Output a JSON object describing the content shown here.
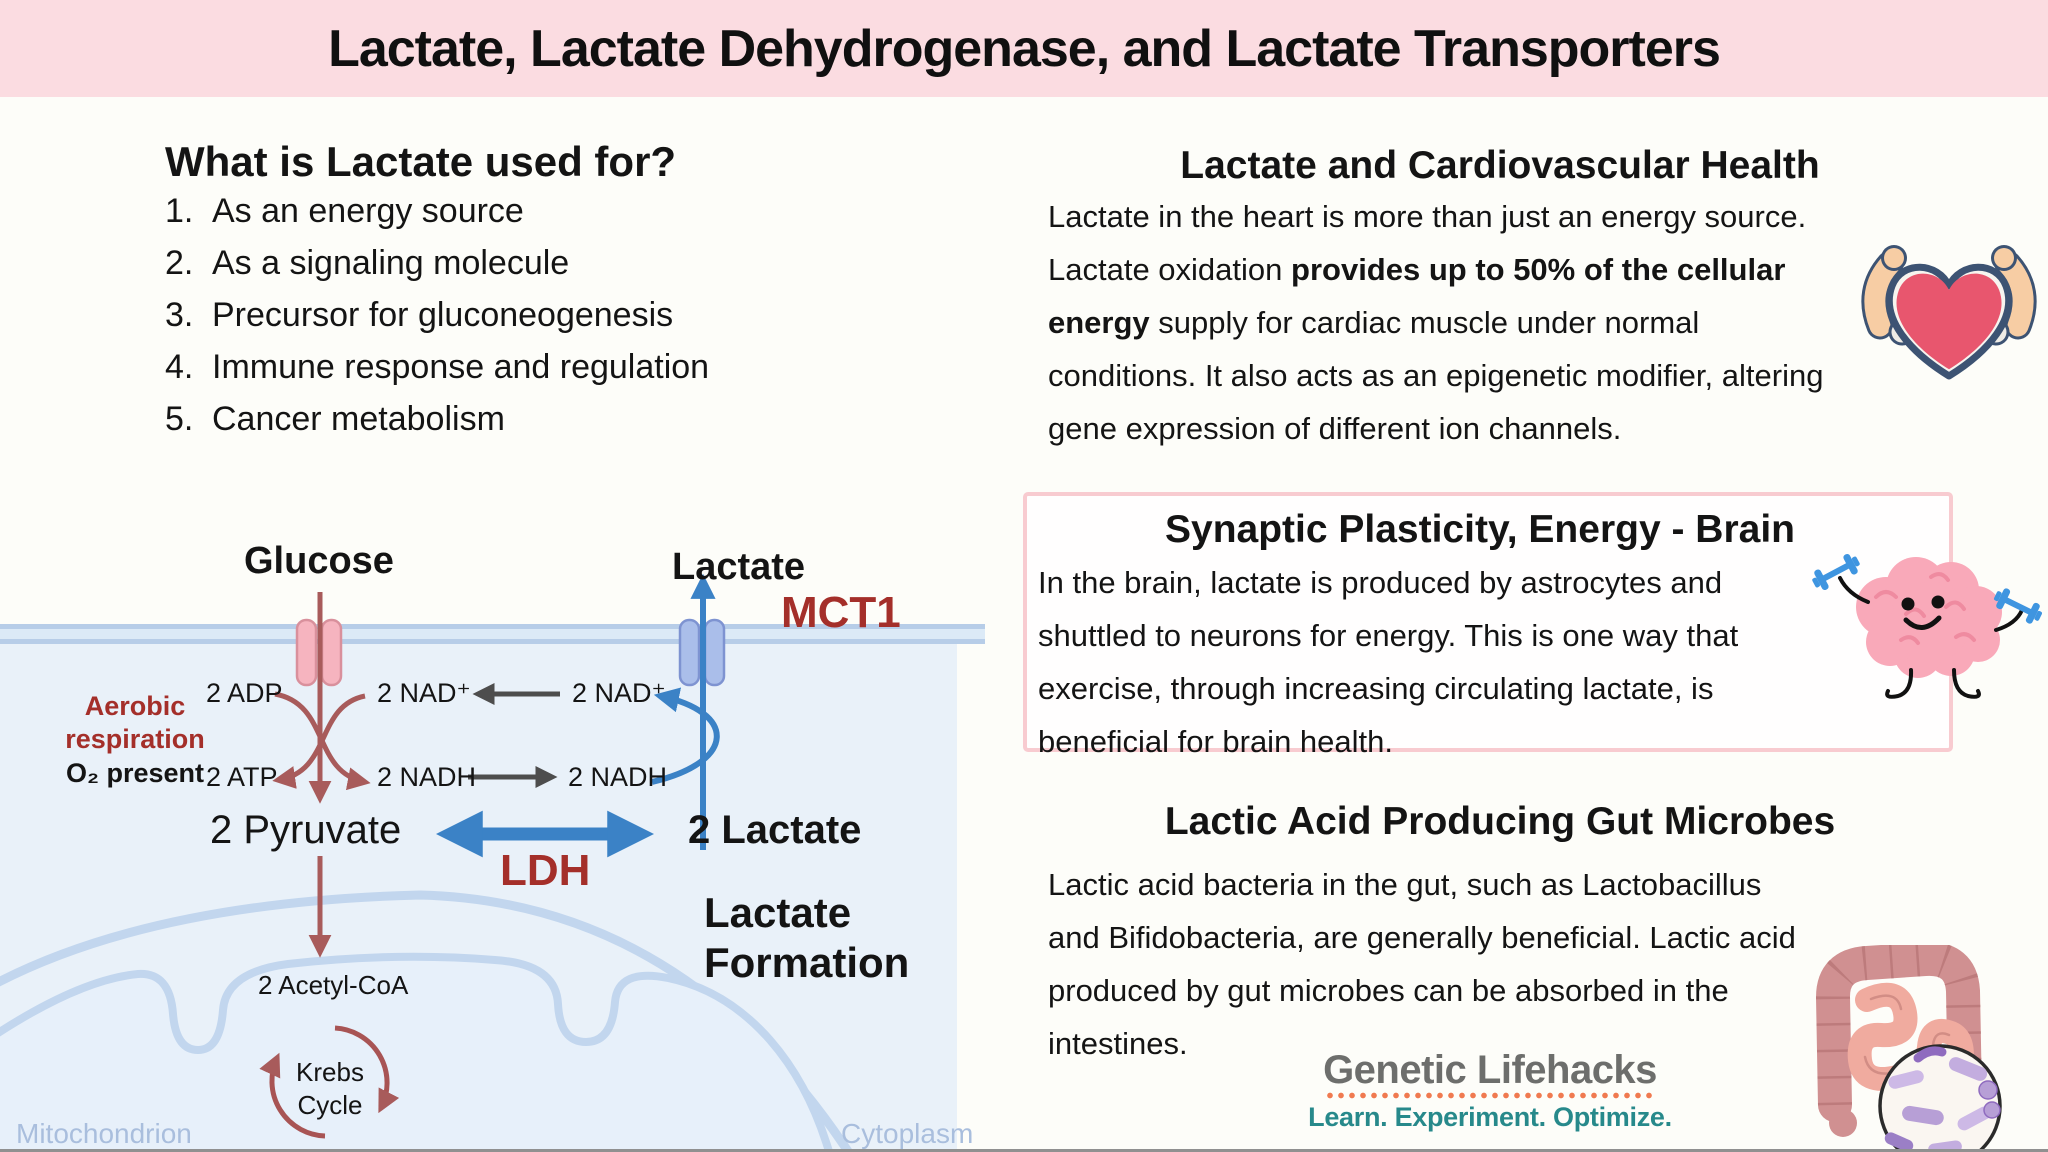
{
  "page": {
    "title": "Lactate, Lactate Dehydrogenase, and Lactate Transporters"
  },
  "uses": {
    "heading": "What is Lactate used for?",
    "items": [
      {
        "n": "1.",
        "text": "As an energy source"
      },
      {
        "n": "2.",
        "text": "As a signaling molecule"
      },
      {
        "n": "3.",
        "text": "Precursor for gluconeogenesis"
      },
      {
        "n": "4.",
        "text": "Immune response and regulation"
      },
      {
        "n": "5.",
        "text": "Cancer metabolism"
      }
    ]
  },
  "cardio": {
    "heading": "Lactate and Cardiovascular Health",
    "line1": "Lactate in the heart is more than just an energy source.",
    "line2_pre": "Lactate oxidation ",
    "line2_bold": "provides up to 50% of the cellular",
    "line3_bold": "energy",
    "line3_rest": " supply for cardiac muscle under normal",
    "line4": "conditions.  It also acts as an epigenetic modifier, altering",
    "line5": "gene expression of different ion channels.",
    "icon": "muscle-heart-icon"
  },
  "brain": {
    "heading": "Synaptic Plasticity, Energy - Brain",
    "lines": [
      "In the brain, lactate is produced by astrocytes and",
      "shuttled to neurons for energy. This is one way that",
      "exercise, through increasing circulating lactate, is",
      "beneficial for brain health."
    ],
    "icon": "exercising-brain-icon"
  },
  "gut": {
    "heading": "Lactic Acid Producing Gut Microbes",
    "lines": [
      "Lactic acid bacteria in the gut, such as Lactobacillus",
      "and Bifidobacteria,  are generally beneficial. Lactic acid",
      "produced by gut microbes can be absorbed in the",
      "intestines."
    ],
    "icon": "intestines-microbes-icon"
  },
  "logo": {
    "name": "Genetic Lifehacks",
    "tagline": "Learn. Experiment. Optimize."
  },
  "diagram": {
    "glucose": "Glucose",
    "lactate_out": "Lactate",
    "mct1": "MCT1",
    "adp": "2 ADP",
    "atp": "2 ATP",
    "nad_left": "2 NAD⁺",
    "nadh_left": "2 NADH",
    "nad_right": "2 NAD⁺",
    "nadh_right": "2 NADH",
    "aerobic": "Aerobic respiration",
    "o2": "O₂ present",
    "pyruvate": "2 Pyruvate",
    "lactate2": "2 Lactate",
    "ldh": "LDH",
    "formation": "Lactate Formation",
    "acetyl": "2 Acetyl-CoA",
    "krebs": "Krebs Cycle",
    "mitochondrion": "Mitochondrion",
    "cytoplasm": "Cytoplasm"
  },
  "colors": {
    "title_band": "#fbdce1",
    "accent_red": "#a42f2a",
    "pathway_red": "#a85b5b",
    "pathway_blue": "#3b82c6",
    "membrane_line": "#b7cde8",
    "cytoplasm_fill": "#e9f1f9",
    "organelle_label": "#a9bedd",
    "logo_gray": "#6d6e6c",
    "logo_orange": "#f07a50",
    "logo_teal": "#27898b",
    "box_border": "#f8cbd0"
  }
}
